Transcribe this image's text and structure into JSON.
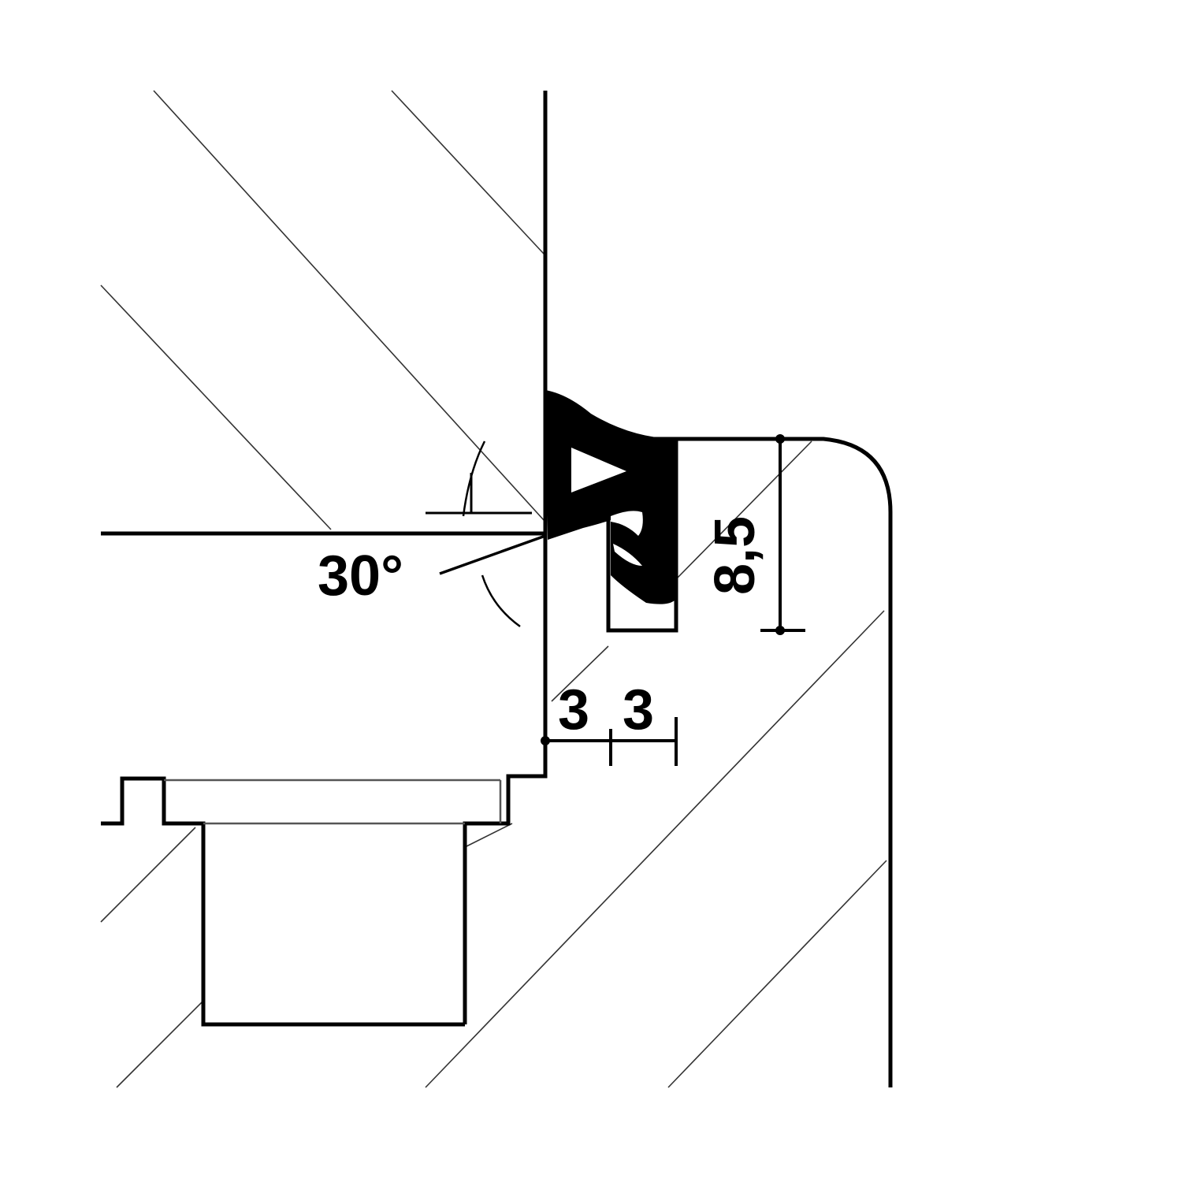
{
  "dimensions": {
    "angle": "30°",
    "height": "8,5",
    "gap_left": "3",
    "gap_right": "3"
  },
  "colors": {
    "line": "#000000",
    "hatch": "#333333",
    "background": "#ffffff"
  }
}
